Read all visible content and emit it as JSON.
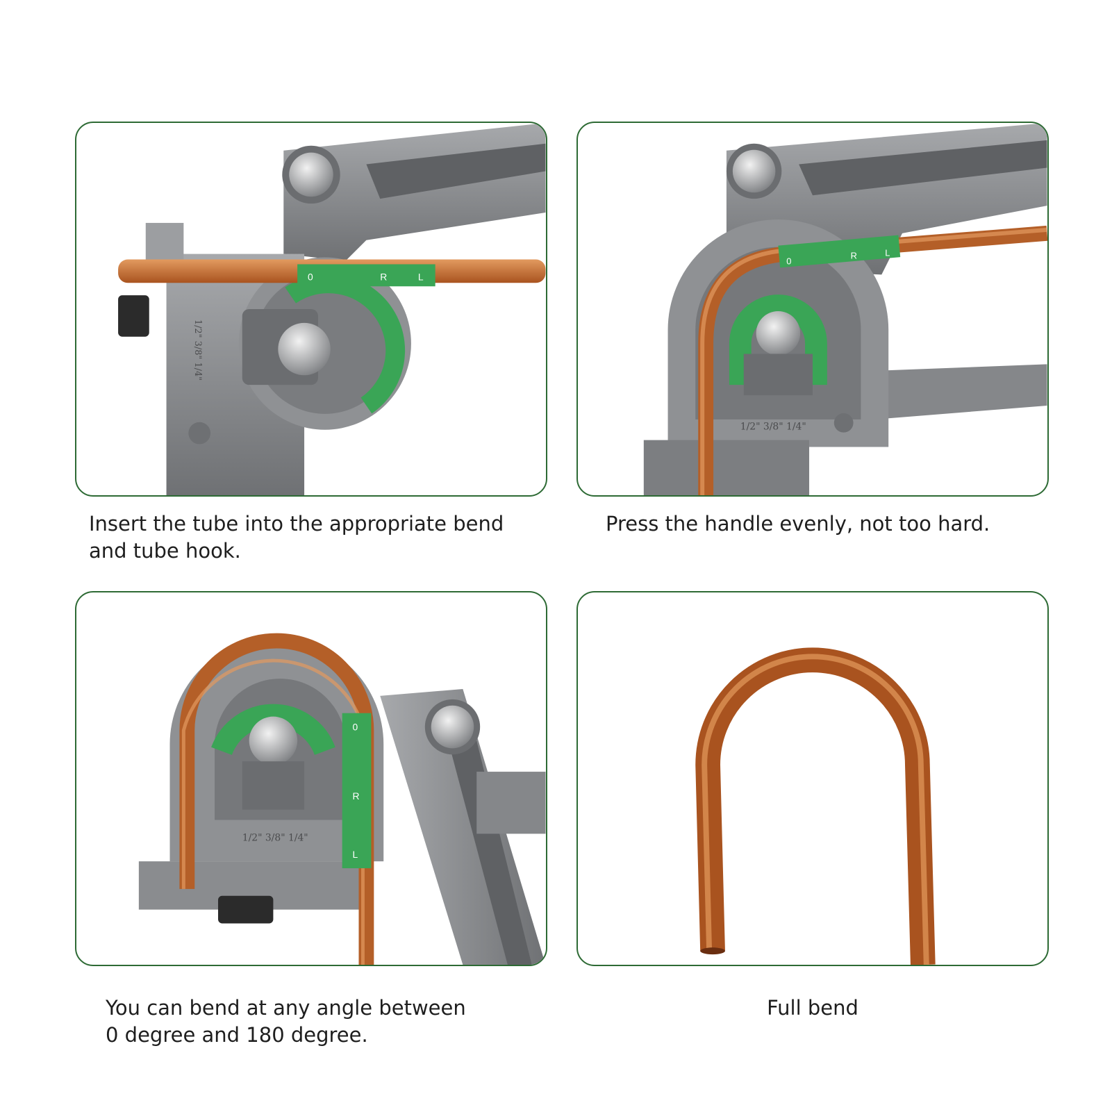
{
  "colors": {
    "frame": "#2d6a34",
    "copper": "#c2692f",
    "metal": "#8a8c8f",
    "scale_green": "#3aa556",
    "text": "#1e1e1e"
  },
  "panels": [
    {
      "image": "bender-tube-inserted",
      "caption_lines": [
        "Insert the tube into the appropriate bend",
        "and tube hook."
      ],
      "scale_labels": [
        "0",
        "R",
        "L"
      ],
      "size_marks": "1/2\" 3/8\" 1/4\""
    },
    {
      "image": "bender-handle-pressed",
      "caption_lines": [
        "Press the handle evenly, not too hard."
      ],
      "scale_labels": [
        "0",
        "R",
        "L"
      ],
      "size_marks": "1/2\" 3/8\" 1/4\""
    },
    {
      "image": "bender-180-degree",
      "caption_lines": [
        "You can bend at any angle between",
        "0 degree and 180 degree."
      ],
      "scale_labels": [
        "0",
        "R",
        "L"
      ],
      "size_marks": "1/2\" 3/8\" 1/4\""
    },
    {
      "image": "finished-u-bend-tube",
      "caption_lines": [
        "Full bend"
      ]
    }
  ]
}
